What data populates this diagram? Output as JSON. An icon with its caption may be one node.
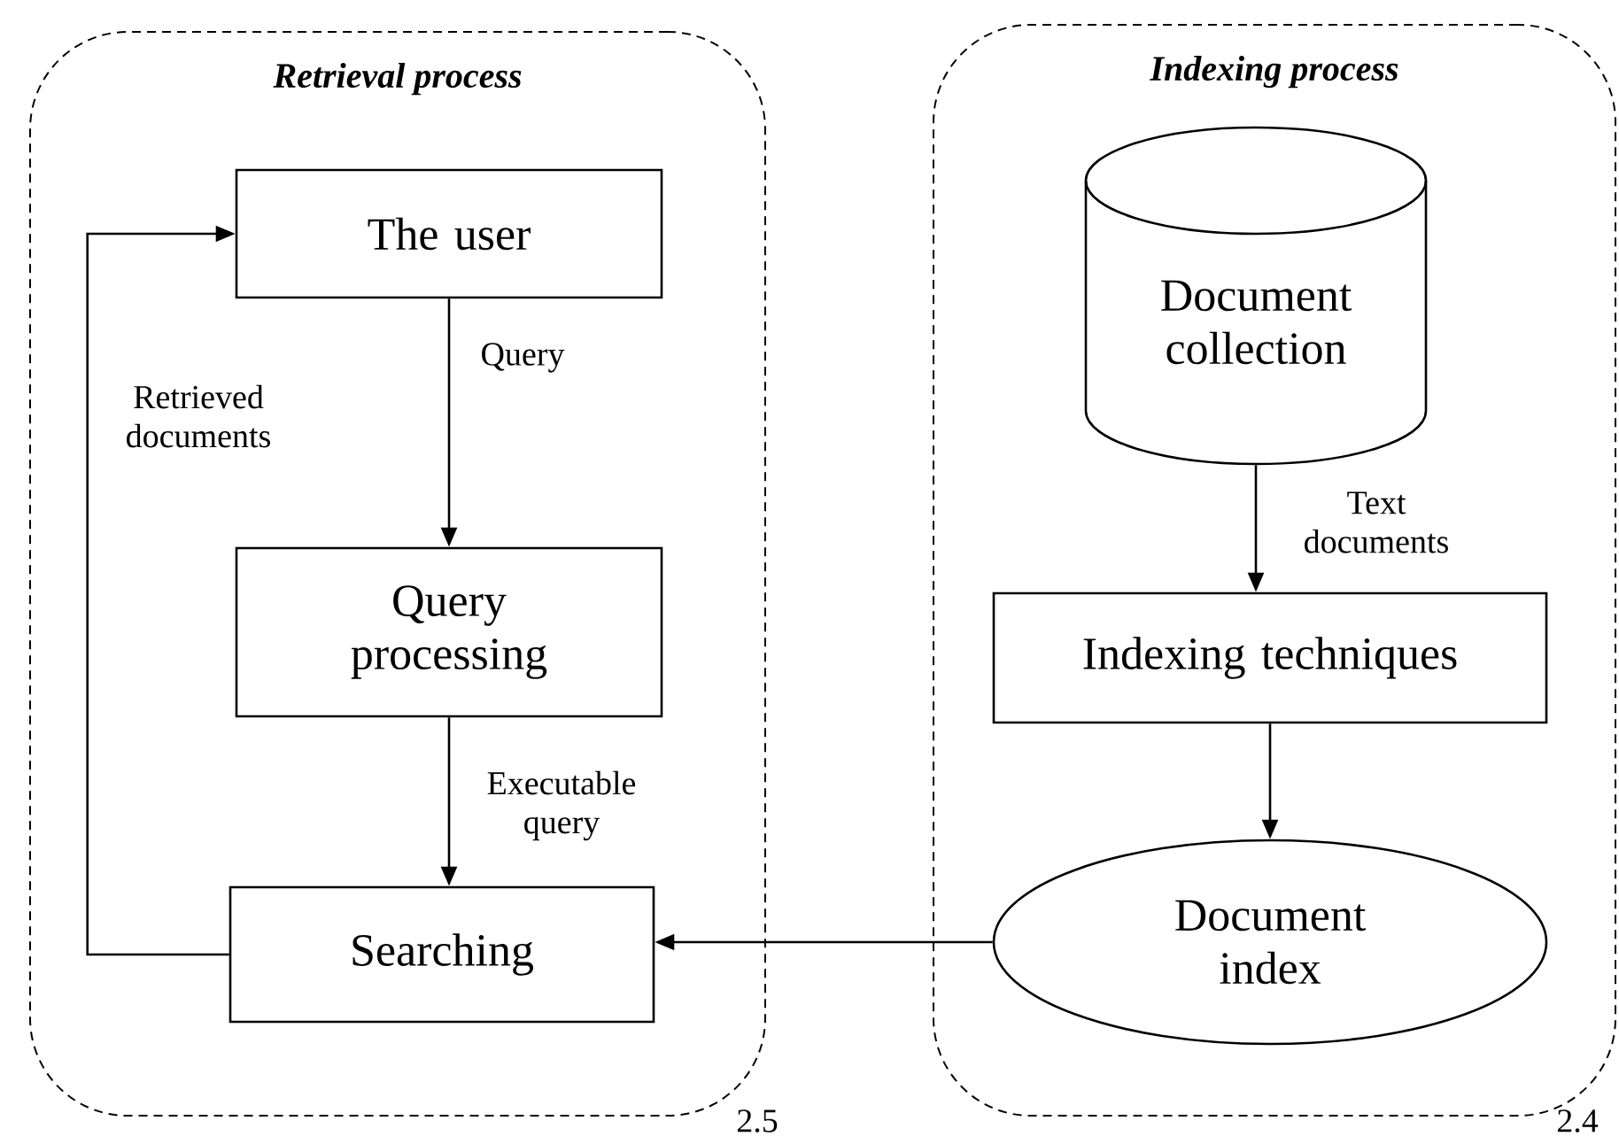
{
  "diagram": {
    "nodes": [
      {
        "text": [
          "Retrieval process"
        ],
        "beside": [
          "2.5"
        ]
      },
      {
        "text": [
          "The user"
        ],
        "in": 0
      },
      {
        "text": [
          "Query processing"
        ],
        "in": 0
      },
      {
        "text": [
          "Searching"
        ],
        "in": 0
      },
      {
        "text": [
          "Indexing process"
        ],
        "beside": [
          "2.4"
        ]
      },
      {
        "text": [
          "Document collection"
        ],
        "in": 4
      },
      {
        "text": [
          "Indexing techniques"
        ],
        "in": 4
      },
      {
        "text": [
          "Document index"
        ],
        "in": 4
      }
    ],
    "edges": [
      {
        "from": 1,
        "to": 2,
        "arrow": "to",
        "label": "Query"
      },
      {
        "from": 2,
        "to": 3,
        "arrow": "to",
        "label": "Executable query"
      },
      {
        "from": 3,
        "to": 1,
        "arrow": "to",
        "label": "Retrieved documents"
      },
      {
        "from": 5,
        "to": 6,
        "arrow": "to",
        "label": "Text documents"
      },
      {
        "from": 6,
        "to": 7,
        "arrow": "to"
      },
      {
        "from": 7,
        "to": 3,
        "arrow": "to"
      }
    ]
  }
}
